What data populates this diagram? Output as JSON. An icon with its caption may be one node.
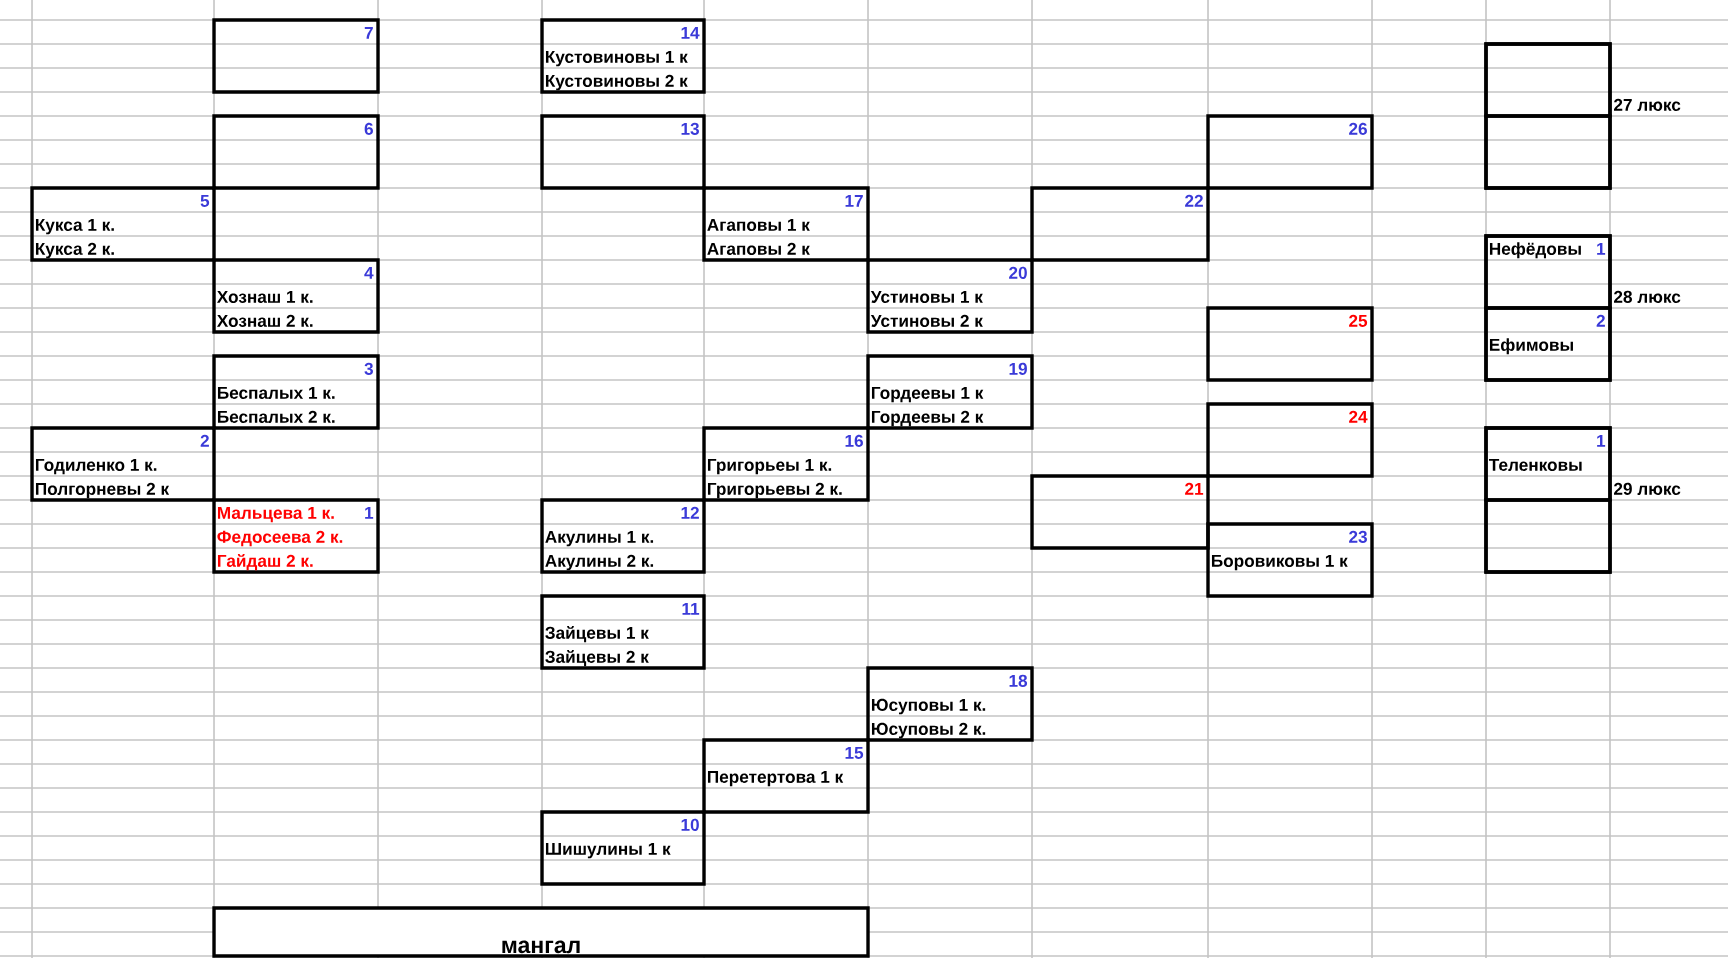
{
  "diagram": {
    "nodes": [
      {
        "text": [
          "7"
        ]
      },
      {
        "text": [
          "14",
          "Кустовиновы 1 к",
          "Кустовиновы 2 к"
        ]
      },
      {
        "text": [],
        "shape": "box",
        "beside": [
          "27 люкс"
        ]
      },
      {
        "text": [],
        "shape": "box",
        "in": 2
      },
      {
        "text": [],
        "shape": "box",
        "in": 2
      },
      {
        "text": [
          "6"
        ]
      },
      {
        "text": [
          "13"
        ]
      },
      {
        "text": [
          "26"
        ]
      },
      {
        "text": [
          "5",
          "Кукса 1 к.",
          "Кукса 2 к."
        ]
      },
      {
        "text": [
          "17",
          "Агаповы 1 к",
          "Агаповы 2 к"
        ]
      },
      {
        "text": [
          "22"
        ]
      },
      {
        "text": [],
        "shape": "box",
        "beside": [
          "28 люкс"
        ]
      },
      {
        "text": [
          "Нефёдовы",
          "1"
        ],
        "in": 11
      },
      {
        "text": [
          "2",
          "Ефимовы"
        ],
        "in": 11
      },
      {
        "text": [
          "4",
          "Хознаш 1 к.",
          "Хознаш 2 к."
        ]
      },
      {
        "text": [
          "20",
          "Устиновы 1 к",
          "Устиновы 2 к"
        ]
      },
      {
        "text": [
          "25"
        ]
      },
      {
        "text": [
          "3",
          "Беспалых 1 к.",
          "Беспалых 2 к."
        ]
      },
      {
        "text": [
          "19",
          "Гордеевы 1 к",
          "Гордеевы 2 к"
        ]
      },
      {
        "text": [
          "24"
        ]
      },
      {
        "text": [
          "2",
          "Годиленко 1 к.",
          "Полгорневы 2 к"
        ]
      },
      {
        "text": [
          "16",
          "Григорьеы 1 к.",
          "Григорьевы 2 к."
        ]
      },
      {
        "text": [],
        "shape": "box",
        "beside": [
          "29 люкс"
        ]
      },
      {
        "text": [
          "1",
          "Теленковы"
        ],
        "in": 22
      },
      {
        "text": [],
        "shape": "box",
        "in": 22
      },
      {
        "text": [
          "21"
        ]
      },
      {
        "text": [
          "Мальцева 1 к.",
          "1",
          "Федосеева 2 к.",
          "Гайдаш 2 к."
        ]
      },
      {
        "text": [
          "12",
          "Акулины 1 к.",
          "Акулины 2 к."
        ]
      },
      {
        "text": [
          "23",
          "Боровиковы 1 к"
        ]
      },
      {
        "text": [
          "11",
          "Зайцевы 1 к",
          "Зайцевы 2 к"
        ]
      },
      {
        "text": [
          "18",
          "Юсуповы 1 к.",
          "Юсуповы 2 к."
        ]
      },
      {
        "text": [
          "15",
          "Перетертова 1 к"
        ]
      },
      {
        "text": [
          "10",
          "Шишулины 1 к"
        ]
      },
      {
        "text": [
          "мангал"
        ]
      }
    ]
  }
}
